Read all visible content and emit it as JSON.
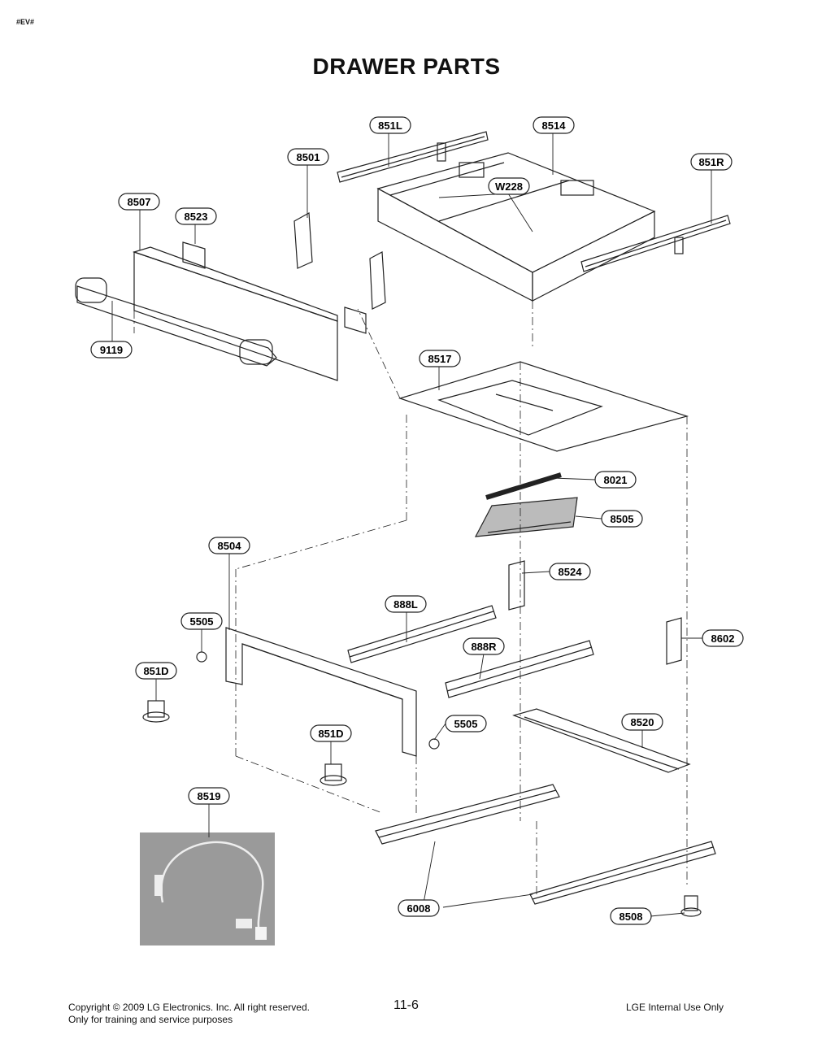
{
  "page": {
    "tag": "#EV#",
    "title": "DRAWER PARTS"
  },
  "callouts": [
    {
      "id": "851L",
      "label": "851L"
    },
    {
      "id": "8514",
      "label": "8514"
    },
    {
      "id": "8501",
      "label": "8501"
    },
    {
      "id": "851R",
      "label": "851R"
    },
    {
      "id": "W228",
      "label": "W228"
    },
    {
      "id": "8507",
      "label": "8507"
    },
    {
      "id": "8523",
      "label": "8523"
    },
    {
      "id": "9119",
      "label": "9119"
    },
    {
      "id": "8517",
      "label": "8517"
    },
    {
      "id": "8021",
      "label": "8021"
    },
    {
      "id": "8505",
      "label": "8505"
    },
    {
      "id": "8504",
      "label": "8504"
    },
    {
      "id": "8524",
      "label": "8524"
    },
    {
      "id": "888L",
      "label": "888L"
    },
    {
      "id": "5505a",
      "label": "5505"
    },
    {
      "id": "888R",
      "label": "888R"
    },
    {
      "id": "8602",
      "label": "8602"
    },
    {
      "id": "851Da",
      "label": "851D"
    },
    {
      "id": "5505b",
      "label": "5505"
    },
    {
      "id": "851Db",
      "label": "851D"
    },
    {
      "id": "8520",
      "label": "8520"
    },
    {
      "id": "8519",
      "label": "8519"
    },
    {
      "id": "6008",
      "label": "6008"
    },
    {
      "id": "8508",
      "label": "8508"
    }
  ],
  "footer": {
    "copyright": "Copyright © 2009 LG Electronics. Inc. All right reserved.",
    "purpose": "Only for training and service purposes",
    "page_number": "11-6",
    "internal": "LGE Internal Use Only"
  }
}
